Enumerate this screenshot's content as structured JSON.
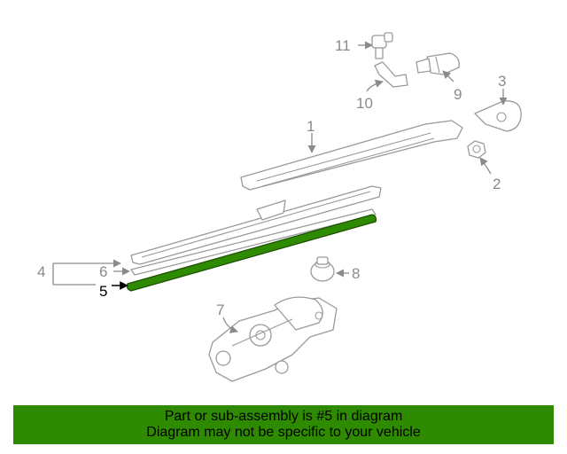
{
  "callouts": {
    "c1": "1",
    "c2": "2",
    "c3": "3",
    "c4": "4",
    "c5": "5",
    "c6": "6",
    "c7": "7",
    "c8": "8",
    "c9": "9",
    "c10": "10",
    "c11": "11"
  },
  "colors": {
    "highlight": "#2e8b00",
    "part_stroke": "#9a9a9a",
    "callout": "#8a8a8a"
  },
  "banner": {
    "line1": "Part or sub-assembly is #5 in diagram",
    "line2": "Diagram may not be specific to your vehicle"
  }
}
